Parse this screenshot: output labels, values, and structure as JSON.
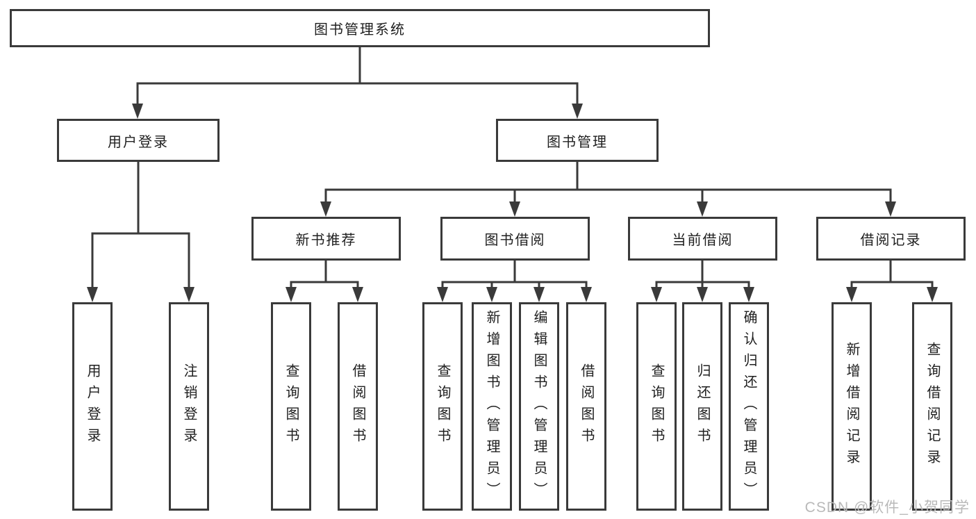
{
  "colors": {
    "line": "#3a3a3a",
    "text": "#1f1f1f",
    "node_background": "#ffffff",
    "page_background": "#ffffff",
    "watermark": "#b9b9b9"
  },
  "watermark": {
    "text": "CSDN @软件_小贺同学"
  },
  "diagram": {
    "root": {
      "label": "图书管理系统"
    },
    "branches": [
      {
        "label": "用户登录",
        "leaves": [
          "用户登录",
          "注销登录"
        ]
      },
      {
        "label": "图书管理",
        "groups": [
          {
            "label": "新书推荐",
            "leaves": [
              "查询图书",
              "借阅图书"
            ]
          },
          {
            "label": "图书借阅",
            "leaves": [
              "查询图书",
              "新增图书（管理员）",
              "编辑图书（管理员）",
              "借阅图书"
            ]
          },
          {
            "label": "当前借阅",
            "leaves": [
              "查询图书",
              "归还图书",
              "确认归还（管理员）"
            ]
          },
          {
            "label": "借阅记录",
            "leaves": [
              "新增借阅记录",
              "查询借阅记录"
            ]
          }
        ]
      }
    ]
  }
}
